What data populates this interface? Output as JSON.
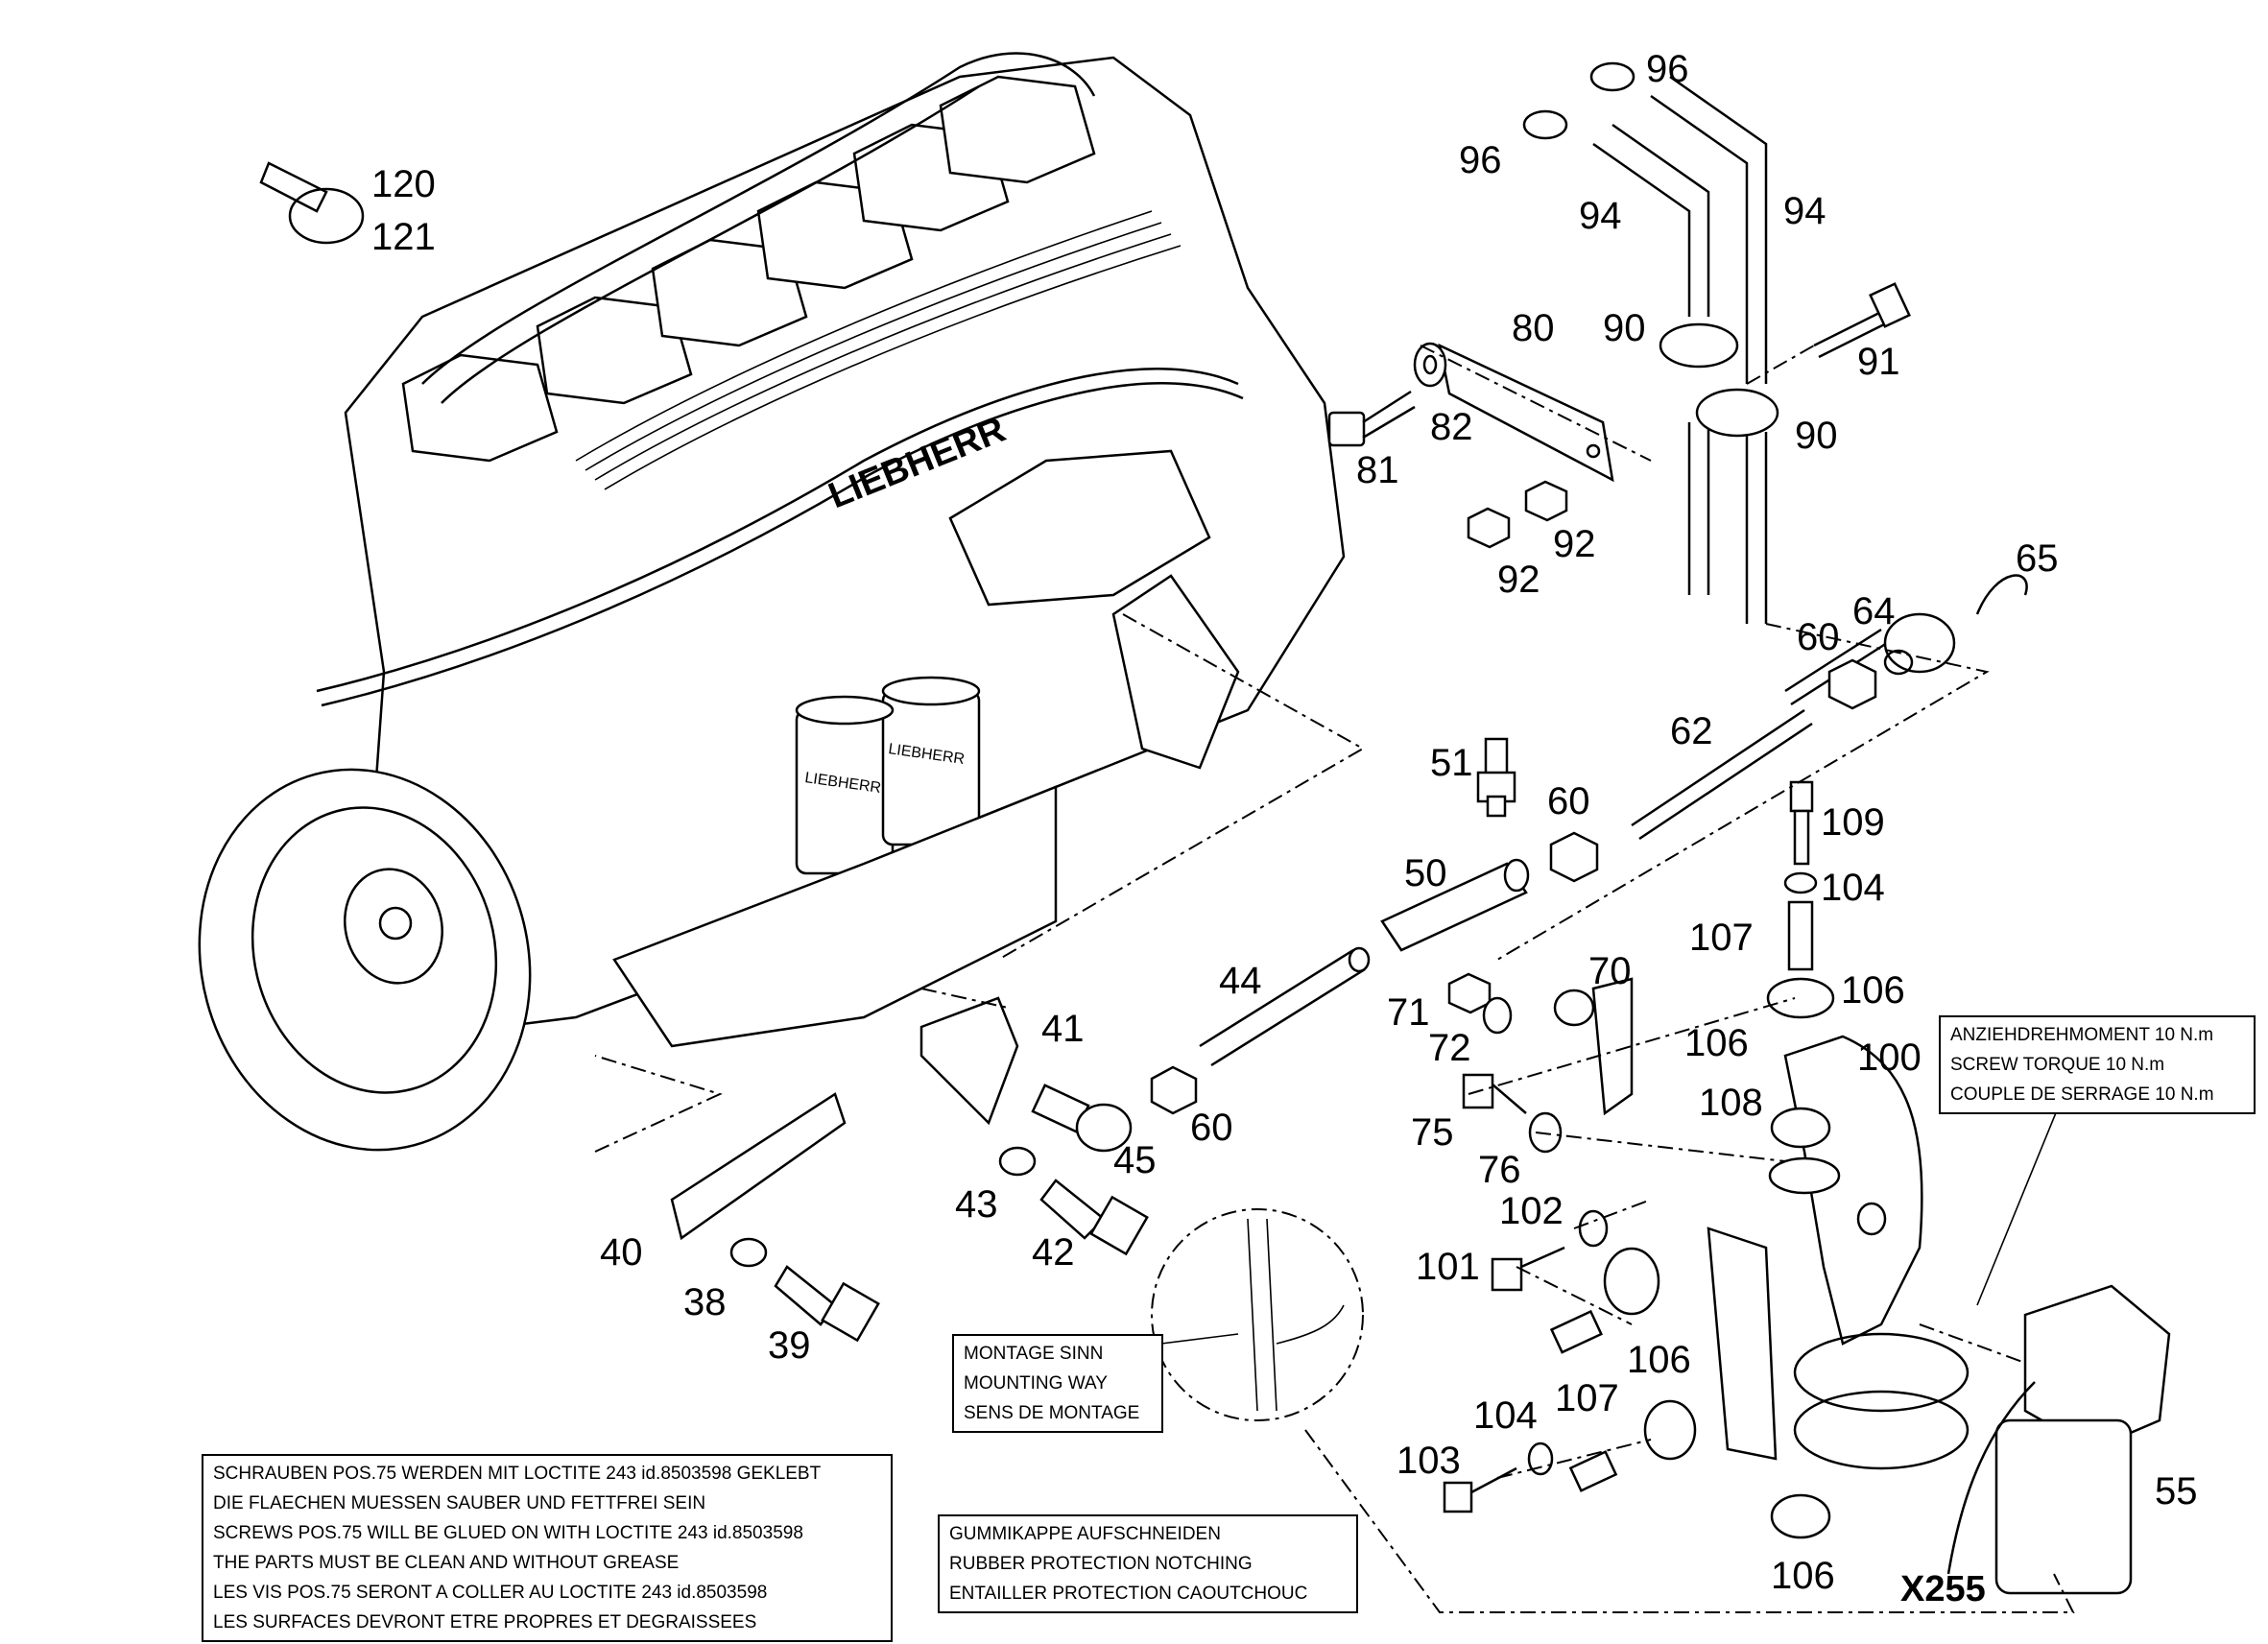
{
  "callouts": {
    "c120": "120",
    "c121": "121",
    "c96a": "96",
    "c96b": "96",
    "c94a": "94",
    "c94b": "94",
    "c80": "80",
    "c82": "82",
    "c81": "81",
    "c90a": "90",
    "c90b": "90",
    "c91": "91",
    "c92a": "92",
    "c92b": "92",
    "c65": "65",
    "c64": "64",
    "c60a": "60",
    "c62": "62",
    "c51": "51",
    "c60b": "60",
    "c109": "109",
    "c104a": "104",
    "c50": "50",
    "c107a": "107",
    "c106a": "106",
    "c44": "44",
    "c70": "70",
    "c71": "71",
    "c72": "72",
    "c106b": "106",
    "c100": "100",
    "c108": "108",
    "c41": "41",
    "c45": "45",
    "c60c": "60",
    "c75": "75",
    "c76": "76",
    "c43": "43",
    "c42": "42",
    "c102": "102",
    "c101": "101",
    "c40": "40",
    "c38": "38",
    "c39": "39",
    "c106c": "106",
    "c107b": "107",
    "c104b": "104",
    "c103": "103",
    "c106d": "106",
    "c55": "55",
    "cX255": "X255"
  },
  "engine_labels": {
    "brand_head": "LIEBHERR",
    "brand_filter1": "LIEBHERR",
    "brand_filter2": "LIEBHERR"
  },
  "notes": {
    "torque": [
      "ANZIEHDREHMOMENT  10 N.m",
      "SCREW TORQUE        10 N.m",
      "COUPLE DE SERRAGE 10 N.m"
    ],
    "mounting": [
      "MONTAGE SINN",
      "MOUNTING WAY",
      "SENS DE MONTAGE"
    ],
    "loctite": [
      "SCHRAUBEN POS.75 WERDEN MIT LOCTITE 243 id.8503598 GEKLEBT",
      "DIE FLAECHEN MUESSEN SAUBER UND FETTFREI SEIN",
      "SCREWS POS.75 WILL BE GLUED ON WITH LOCTITE 243 id.8503598",
      "THE PARTS MUST BE CLEAN AND WITHOUT GREASE",
      "LES VIS POS.75 SERONT A COLLER AU LOCTITE 243 id.8503598",
      "LES SURFACES DEVRONT ETRE PROPRES ET DEGRAISSEES"
    ],
    "rubber": [
      "GUMMIKAPPE AUFSCHNEIDEN",
      "RUBBER PROTECTION NOTCHING",
      "ENTAILLER PROTECTION CAOUTCHOUC"
    ]
  }
}
